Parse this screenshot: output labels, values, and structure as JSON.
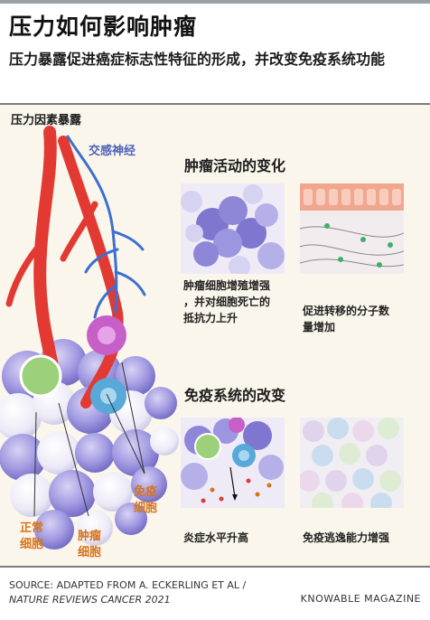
{
  "title": "压力如何影响肿瘤",
  "subtitle": "压力暴露促进癌症标志性特征的形成，并改变免疫系统功能",
  "stress_label": "压力因素暴露",
  "nerve_label": "交感神经",
  "labels": {
    "normal_cells": [
      "正常",
      "细胞"
    ],
    "tumor_cells": [
      "肿瘤",
      "细胞"
    ],
    "immune_cells": [
      "免疫",
      "细胞"
    ]
  },
  "sections": {
    "tumor_activity": {
      "heading": "肿瘤活动的变化",
      "panel1_caption": [
        "肿瘤细胞增殖增强",
        "，并对细胞死亡的",
        "抵抗力上升"
      ],
      "panel2_caption": [
        "促进转移的分子数",
        "量增加"
      ]
    },
    "immune": {
      "heading": "免疫系统的改变",
      "panel1_caption": "炎症水平升高",
      "panel2_caption": "免疫逃逸能力增强"
    }
  },
  "footer": {
    "source_line1": "SOURCE: ADAPTED FROM A. ECKERLING ET AL /",
    "source_line2": "NATURE REVIEWS CANCER 2021",
    "magazine": "KNOWABLE MAGAZINE"
  },
  "colors": {
    "artery": "#e23a33",
    "nerve": "#3d6fd0",
    "tumor": "#8e86d6",
    "normal": "#e9e6f3",
    "immune_pink": "#c65fc8",
    "immune_blue": "#58a9d8",
    "immune_green": "#9cd07a",
    "accent_orange": "#d8731b"
  }
}
